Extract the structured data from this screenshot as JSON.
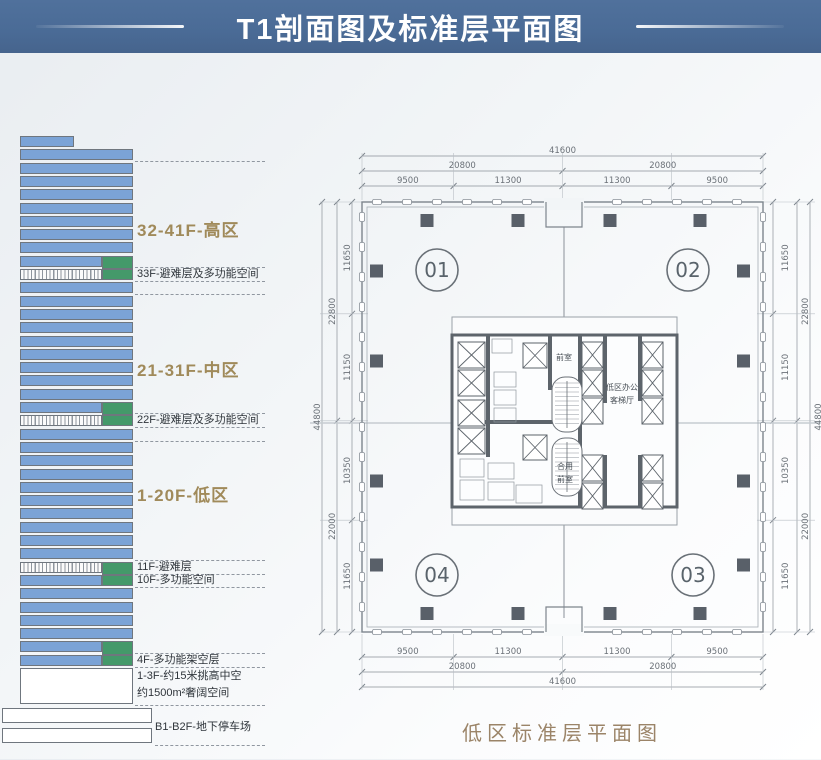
{
  "title": "T1剖面图及标准层平面图",
  "colors": {
    "title_bar": "#4a6b96",
    "floor_blue": "#7ba3d6",
    "refuge_green": "#44996a",
    "zone_label_gold": "#a08a5a",
    "caption_gold": "#9b8468",
    "wall_gray": "#5d646b",
    "dim_text_gray": "#6b7178"
  },
  "building": {
    "zones": [
      {
        "label": "32-41F-高区"
      },
      {
        "label": "21-31F-中区"
      },
      {
        "label": "1-20F-低区"
      }
    ],
    "rows": [
      {
        "t": "narrow"
      },
      {
        "t": "blue",
        "dash_after": true
      },
      {
        "t": "blue"
      },
      {
        "t": "blue"
      },
      {
        "t": "blue"
      },
      {
        "t": "blue"
      },
      {
        "t": "blue"
      },
      {
        "t": "blue"
      },
      {
        "t": "blue"
      },
      {
        "t": "blue_green"
      },
      {
        "t": "hatch_green",
        "label": "33F-避难层及多功能空间",
        "dash_top": true,
        "dash_after": true
      },
      {
        "t": "blue",
        "dash_after": true
      },
      {
        "t": "blue"
      },
      {
        "t": "blue"
      },
      {
        "t": "blue"
      },
      {
        "t": "blue"
      },
      {
        "t": "blue"
      },
      {
        "t": "blue"
      },
      {
        "t": "blue"
      },
      {
        "t": "blue"
      },
      {
        "t": "blue_green"
      },
      {
        "t": "hatch_green",
        "label": "22F-避难层及多功能空间",
        "dash_top": true,
        "dash_after": true
      },
      {
        "t": "blue",
        "dash_after": true
      },
      {
        "t": "blue"
      },
      {
        "t": "blue"
      },
      {
        "t": "blue"
      },
      {
        "t": "blue"
      },
      {
        "t": "blue"
      },
      {
        "t": "blue"
      },
      {
        "t": "blue"
      },
      {
        "t": "blue"
      },
      {
        "t": "blue"
      },
      {
        "t": "hatch_green",
        "label": "11F-避难层",
        "dash_top": true,
        "dash_after": true
      },
      {
        "t": "blue_green",
        "label": "10F-多功能空间",
        "dash_after": true
      },
      {
        "t": "blue"
      },
      {
        "t": "blue"
      },
      {
        "t": "blue"
      },
      {
        "t": "blue"
      },
      {
        "t": "blue_green",
        "dash_after": true
      },
      {
        "t": "blue_green",
        "label": "4F-多功能架空层",
        "dash_after": true
      },
      {
        "t": "white3",
        "label": "1-3F-约15米挑高中空",
        "label2": "约1500m²奢阔空间",
        "dash_after": true
      },
      {
        "t": "b1"
      },
      {
        "t": "b2",
        "label": "B1-B2F-地下停车场",
        "dash_after": true
      }
    ]
  },
  "plan": {
    "quadrants": [
      "01",
      "02",
      "03",
      "04"
    ],
    "core_labels": {
      "front_room": "前室",
      "lobby_line1": "低区办公",
      "lobby_line2": "客梯厅",
      "shared_line1": "合用",
      "shared_line2": "前室"
    },
    "dims": {
      "top_total": "41600",
      "top_halves": [
        "20800",
        "20800"
      ],
      "top_quarters": [
        "9500",
        "11300",
        "11300",
        "9500"
      ],
      "bottom_quarters": [
        "9500",
        "11300",
        "11300",
        "9500"
      ],
      "bottom_halves": [
        "20800",
        "20800"
      ],
      "bottom_total": "41600",
      "side_total_left": "44800",
      "side_total_right": "44800",
      "left_inner": [
        "11650",
        "11150",
        "10350",
        "11650"
      ],
      "left_mid": [
        "22800",
        "22000"
      ],
      "right_inner": [
        "11650",
        "11150",
        "10350",
        "11650"
      ],
      "right_mid": [
        "22800",
        "22000"
      ]
    },
    "caption": "低区标准层平面图"
  }
}
